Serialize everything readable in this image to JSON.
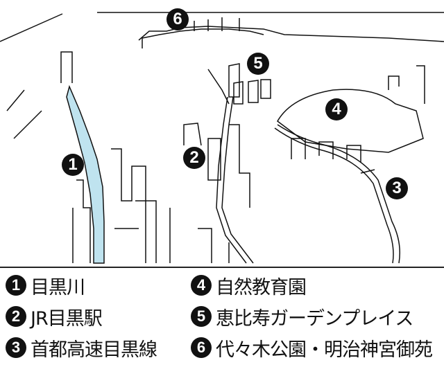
{
  "markers": [
    "6",
    "5",
    "4",
    "1",
    "2",
    "3"
  ],
  "legend": [
    {
      "num": "1",
      "label": "目黒川"
    },
    {
      "num": "2",
      "label": "JR目黒駅"
    },
    {
      "num": "3",
      "label": "首都高速目黒線"
    },
    {
      "num": "4",
      "label": "自然教育園"
    },
    {
      "num": "5",
      "label": "恵比寿ガーデンプレイス"
    },
    {
      "num": "6",
      "label": "代々木公園・明治神宮御苑"
    }
  ],
  "colors": {
    "river": "#bfe3ef",
    "ink": "#111111"
  }
}
